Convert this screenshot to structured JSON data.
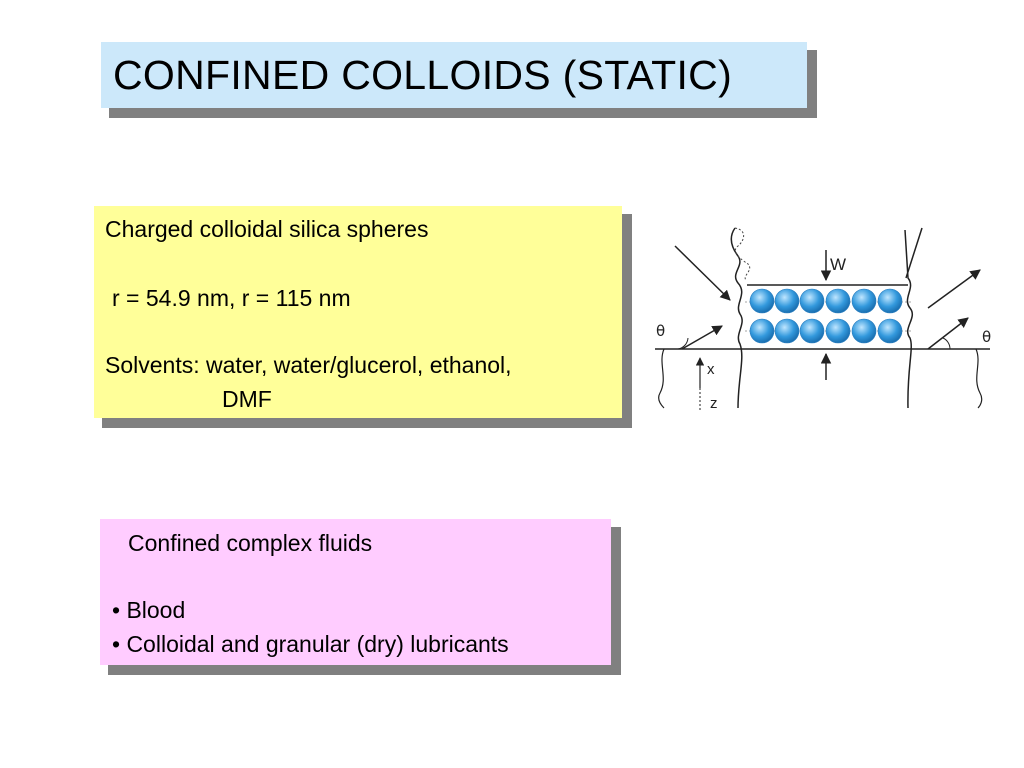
{
  "slide": {
    "title": "CONFINED COLLOIDS (STATIC)"
  },
  "colloid_box": {
    "heading": "Charged colloidal silica spheres",
    "radii": "r = 54.9 nm, r = 115 nm",
    "solvents_line1": "Solvents: water, water/glucerol, ethanol,",
    "solvents_line2": "DMF"
  },
  "fluids_box": {
    "heading": "Confined complex fluids",
    "items": [
      "• Blood",
      "• Colloidal and granular (dry) lubricants"
    ]
  },
  "diagram": {
    "label_w": "W",
    "label_theta_left": "θ",
    "label_theta_right": "θ",
    "label_x": "x",
    "label_z": "z",
    "sphere_color": "#3399dd"
  },
  "colors": {
    "title_bg": "#cce8fa",
    "colloid_bg": "#ffff99",
    "fluids_bg": "#ffccff",
    "shadow": "#808080"
  }
}
